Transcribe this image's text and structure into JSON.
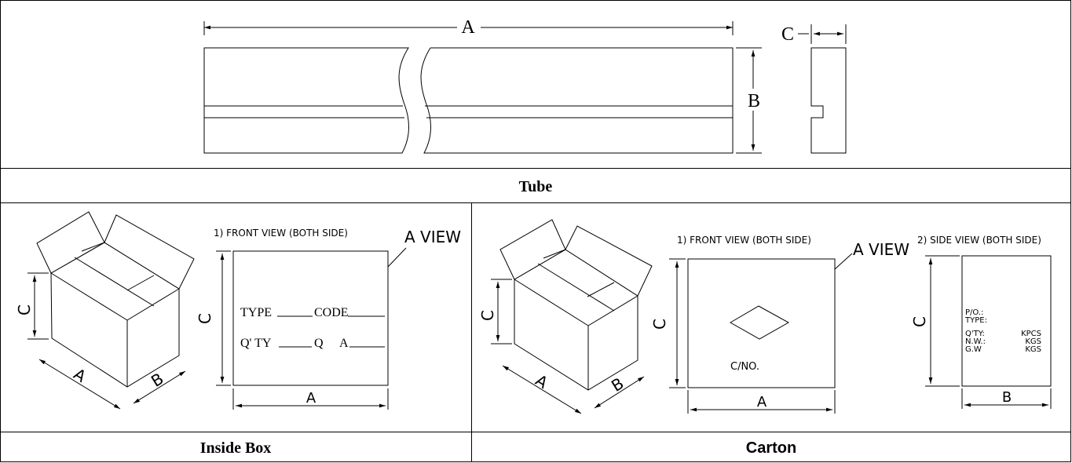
{
  "tube": {
    "caption": "Tube",
    "dim_a": "A",
    "dim_b": "B",
    "dim_c": "C"
  },
  "inside_box": {
    "caption": "Inside Box",
    "front_view_title": "1) FRONT VIEW (BOTH SIDE)",
    "a_view": "A VIEW",
    "line1_left": "TYPE",
    "line1_right": "CODE",
    "line2_left": "Q' TY",
    "line2_mid": "Q",
    "line2_right": "A",
    "iso_a": "A",
    "iso_b": "B",
    "iso_c": "C",
    "dim_a": "A",
    "dim_c": "C"
  },
  "carton": {
    "caption": "Carton",
    "front_view_title": "1) FRONT VIEW (BOTH SIDE)",
    "side_view_title": "2) SIDE VIEW (BOTH SIDE)",
    "a_view": "A VIEW",
    "cno": "C/NO.",
    "side_lines": [
      "P/O.:",
      "TYPE:",
      "Q'TY:",
      "N.W.:",
      "G.W"
    ],
    "side_units": [
      "KPCS",
      "KGS",
      "KGS"
    ],
    "iso_a": "A",
    "iso_b": "B",
    "iso_c": "C",
    "dim_a": "A",
    "dim_b": "B",
    "dim_c": "C"
  }
}
